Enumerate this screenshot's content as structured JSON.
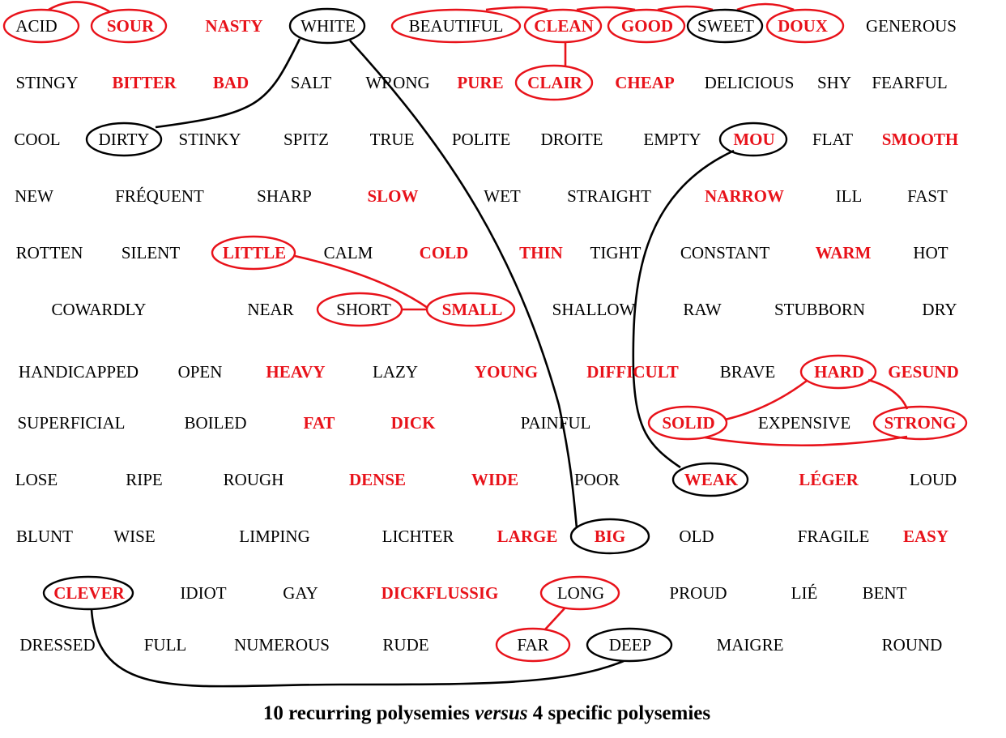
{
  "colors": {
    "specific": "#e8121a",
    "recurring": "#000000",
    "background": "#ffffff"
  },
  "words": [
    {
      "t": "ACID",
      "c": "black"
    },
    {
      "t": "SOUR",
      "c": "red"
    },
    {
      "t": "NASTY",
      "c": "red"
    },
    {
      "t": "WHITE",
      "c": "black"
    },
    {
      "t": "BEAUTIFUL",
      "c": "black"
    },
    {
      "t": "CLEAN",
      "c": "red"
    },
    {
      "t": "GOOD",
      "c": "red"
    },
    {
      "t": "SWEET",
      "c": "black"
    },
    {
      "t": "DOUX",
      "c": "red"
    },
    {
      "t": "GENEROUS",
      "c": "black"
    },
    {
      "t": "STINGY",
      "c": "black"
    },
    {
      "t": "BITTER",
      "c": "red"
    },
    {
      "t": "BAD",
      "c": "red"
    },
    {
      "t": "SALT",
      "c": "black"
    },
    {
      "t": "WRONG",
      "c": "black"
    },
    {
      "t": "PURE",
      "c": "red"
    },
    {
      "t": "CLAIR",
      "c": "red"
    },
    {
      "t": "CHEAP",
      "c": "red"
    },
    {
      "t": "DELICIOUS",
      "c": "black"
    },
    {
      "t": "SHY",
      "c": "black"
    },
    {
      "t": "FEARFUL",
      "c": "black"
    },
    {
      "t": "COOL",
      "c": "black"
    },
    {
      "t": "DIRTY",
      "c": "black"
    },
    {
      "t": "STINKY",
      "c": "black"
    },
    {
      "t": "SPITZ",
      "c": "black"
    },
    {
      "t": "TRUE",
      "c": "black"
    },
    {
      "t": "POLITE",
      "c": "black"
    },
    {
      "t": "DROITE",
      "c": "black"
    },
    {
      "t": "EMPTY",
      "c": "black"
    },
    {
      "t": "MOU",
      "c": "red"
    },
    {
      "t": "FLAT",
      "c": "black"
    },
    {
      "t": "SMOOTH",
      "c": "red"
    },
    {
      "t": "NEW",
      "c": "black"
    },
    {
      "t": "FRÉQUENT",
      "c": "black"
    },
    {
      "t": "SHARP",
      "c": "black"
    },
    {
      "t": "SLOW",
      "c": "red"
    },
    {
      "t": "WET",
      "c": "black"
    },
    {
      "t": "STRAIGHT",
      "c": "black"
    },
    {
      "t": "NARROW",
      "c": "red"
    },
    {
      "t": "ILL",
      "c": "black"
    },
    {
      "t": "FAST",
      "c": "black"
    },
    {
      "t": "ROTTEN",
      "c": "black"
    },
    {
      "t": "SILENT",
      "c": "black"
    },
    {
      "t": "LITTLE",
      "c": "red"
    },
    {
      "t": "CALM",
      "c": "black"
    },
    {
      "t": "COLD",
      "c": "red"
    },
    {
      "t": "THIN",
      "c": "red"
    },
    {
      "t": "TIGHT",
      "c": "black"
    },
    {
      "t": "CONSTANT",
      "c": "black"
    },
    {
      "t": "WARM",
      "c": "red"
    },
    {
      "t": "HOT",
      "c": "black"
    },
    {
      "t": "COWARDLY",
      "c": "black"
    },
    {
      "t": "NEAR",
      "c": "black"
    },
    {
      "t": "SHORT",
      "c": "black"
    },
    {
      "t": "SMALL",
      "c": "red"
    },
    {
      "t": "SHALLOW",
      "c": "black"
    },
    {
      "t": "RAW",
      "c": "black"
    },
    {
      "t": "STUBBORN",
      "c": "black"
    },
    {
      "t": "DRY",
      "c": "black"
    },
    {
      "t": "HANDICAPPED",
      "c": "black"
    },
    {
      "t": "OPEN",
      "c": "black"
    },
    {
      "t": "HEAVY",
      "c": "red"
    },
    {
      "t": "LAZY",
      "c": "black"
    },
    {
      "t": "YOUNG",
      "c": "red"
    },
    {
      "t": "DIFFICULT",
      "c": "red"
    },
    {
      "t": "BRAVE",
      "c": "black"
    },
    {
      "t": "HARD",
      "c": "red"
    },
    {
      "t": "GESUND",
      "c": "red"
    },
    {
      "t": "SUPERFICIAL",
      "c": "black"
    },
    {
      "t": "BOILED",
      "c": "black"
    },
    {
      "t": "FAT",
      "c": "red"
    },
    {
      "t": "DICK",
      "c": "red"
    },
    {
      "t": "PAINFUL",
      "c": "black"
    },
    {
      "t": "SOLID",
      "c": "red"
    },
    {
      "t": "EXPENSIVE",
      "c": "black"
    },
    {
      "t": "STRONG",
      "c": "red"
    },
    {
      "t": "LOSE",
      "c": "black"
    },
    {
      "t": "RIPE",
      "c": "black"
    },
    {
      "t": "ROUGH",
      "c": "black"
    },
    {
      "t": "DENSE",
      "c": "red"
    },
    {
      "t": "WIDE",
      "c": "red"
    },
    {
      "t": "POOR",
      "c": "black"
    },
    {
      "t": "WEAK",
      "c": "red"
    },
    {
      "t": "LÉGER",
      "c": "red"
    },
    {
      "t": "LOUD",
      "c": "black"
    },
    {
      "t": "BLUNT",
      "c": "black"
    },
    {
      "t": "WISE",
      "c": "black"
    },
    {
      "t": "LIMPING",
      "c": "black"
    },
    {
      "t": "LICHTER",
      "c": "black"
    },
    {
      "t": "LARGE",
      "c": "red"
    },
    {
      "t": "BIG",
      "c": "red"
    },
    {
      "t": "OLD",
      "c": "black"
    },
    {
      "t": "FRAGILE",
      "c": "black"
    },
    {
      "t": "EASY",
      "c": "red"
    },
    {
      "t": "CLEVER",
      "c": "red"
    },
    {
      "t": "IDIOT",
      "c": "black"
    },
    {
      "t": "GAY",
      "c": "black"
    },
    {
      "t": "DICKFLUSSIG",
      "c": "red"
    },
    {
      "t": "LONG",
      "c": "black"
    },
    {
      "t": "PROUD",
      "c": "black"
    },
    {
      "t": "LIÉ",
      "c": "black"
    },
    {
      "t": "BENT",
      "c": "black"
    },
    {
      "t": "DRESSED",
      "c": "black"
    },
    {
      "t": "FULL",
      "c": "black"
    },
    {
      "t": "NUMEROUS",
      "c": "black"
    },
    {
      "t": "RUDE",
      "c": "black"
    },
    {
      "t": "FAR",
      "c": "black"
    },
    {
      "t": "DEEP",
      "c": "black"
    },
    {
      "t": "MAIGRE",
      "c": "black"
    },
    {
      "t": "ROUND",
      "c": "black"
    }
  ],
  "ellipses": [
    {
      "w": "ACID",
      "c": "red"
    },
    {
      "w": "SOUR",
      "c": "red"
    },
    {
      "w": "WHITE",
      "c": "black"
    },
    {
      "w": "BEAUTIFUL",
      "c": "red"
    },
    {
      "w": "CLEAN",
      "c": "red"
    },
    {
      "w": "GOOD",
      "c": "red"
    },
    {
      "w": "SWEET",
      "c": "black"
    },
    {
      "w": "DOUX",
      "c": "red"
    },
    {
      "w": "CLAIR",
      "c": "red"
    },
    {
      "w": "DIRTY",
      "c": "black"
    },
    {
      "w": "MOU",
      "c": "black"
    },
    {
      "w": "LITTLE",
      "c": "red"
    },
    {
      "w": "SHORT",
      "c": "red"
    },
    {
      "w": "SMALL",
      "c": "red"
    },
    {
      "w": "HARD",
      "c": "red"
    },
    {
      "w": "SOLID",
      "c": "red"
    },
    {
      "w": "STRONG",
      "c": "red"
    },
    {
      "w": "WEAK",
      "c": "black"
    },
    {
      "w": "BIG",
      "c": "black"
    },
    {
      "w": "CLEVER",
      "c": "black"
    },
    {
      "w": "LONG",
      "c": "red"
    },
    {
      "w": "FAR",
      "c": "red"
    },
    {
      "w": "DEEP",
      "c": "black"
    }
  ],
  "links": [
    {
      "from": "ACID",
      "to": "SOUR",
      "c": "red"
    },
    {
      "from": "BEAUTIFUL",
      "to": "CLEAN",
      "c": "red"
    },
    {
      "from": "CLEAN",
      "to": "GOOD",
      "c": "red"
    },
    {
      "from": "GOOD",
      "to": "SWEET",
      "c": "red"
    },
    {
      "from": "SWEET",
      "to": "DOUX",
      "c": "red"
    },
    {
      "from": "CLEAN",
      "to": "CLAIR",
      "c": "red"
    },
    {
      "from": "WHITE",
      "to": "DIRTY",
      "c": "black"
    },
    {
      "from": "WHITE",
      "to": "BIG",
      "c": "black"
    },
    {
      "from": "MOU",
      "to": "WEAK",
      "c": "black"
    },
    {
      "from": "LITTLE",
      "to": "SMALL",
      "c": "red"
    },
    {
      "from": "SHORT",
      "to": "SMALL",
      "c": "red"
    },
    {
      "from": "HARD",
      "to": "SOLID",
      "c": "red"
    },
    {
      "from": "HARD",
      "to": "STRONG",
      "c": "red"
    },
    {
      "from": "SOLID",
      "to": "STRONG",
      "c": "red"
    },
    {
      "from": "LONG",
      "to": "FAR",
      "c": "red"
    },
    {
      "from": "CLEVER",
      "to": "DEEP",
      "c": "black"
    }
  ],
  "caption": {
    "before": "10 recurring polysemies ",
    "emphasis": "versus",
    "after": " 4 specific polysemies"
  }
}
